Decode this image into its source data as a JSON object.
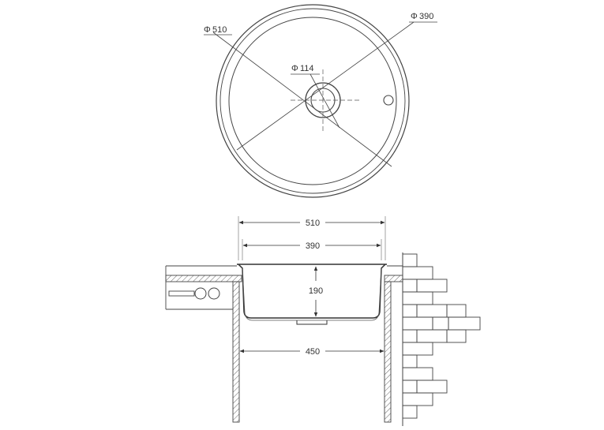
{
  "top_view": {
    "outer_diameter": "510",
    "bowl_diameter": "390",
    "drain_diameter": "114",
    "diameter_symbol": "Φ"
  },
  "side_view": {
    "top_width": "510",
    "bowl_width": "390",
    "depth": "190",
    "cabinet_width": "450"
  }
}
